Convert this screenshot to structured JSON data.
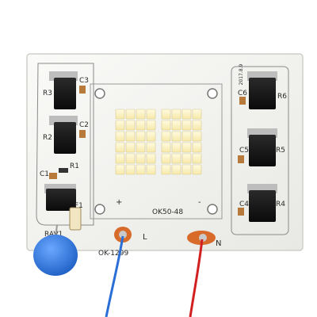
{
  "board": {
    "model_label": "OK50-48",
    "part_label": "OK-1299",
    "revision_label": "2017.8.9",
    "terminal_left": "L",
    "terminal_right": "N",
    "plus_mark": "+",
    "minus_mark": "-"
  },
  "components": {
    "left": [
      "R3",
      "C3",
      "R2",
      "C2",
      "R1",
      "C1",
      "F1",
      "RAV1"
    ],
    "right": [
      "C6",
      "R6",
      "C5",
      "R5",
      "C4",
      "R4"
    ]
  },
  "colors": {
    "board": "#f4f4f2",
    "led": "#fff6c8",
    "chip": "#1a1a1a",
    "wire_left": "#2b6fd6",
    "wire_right": "#d22020",
    "varistor": "#2e7ee6",
    "solder_pad": "#d86a2a"
  }
}
